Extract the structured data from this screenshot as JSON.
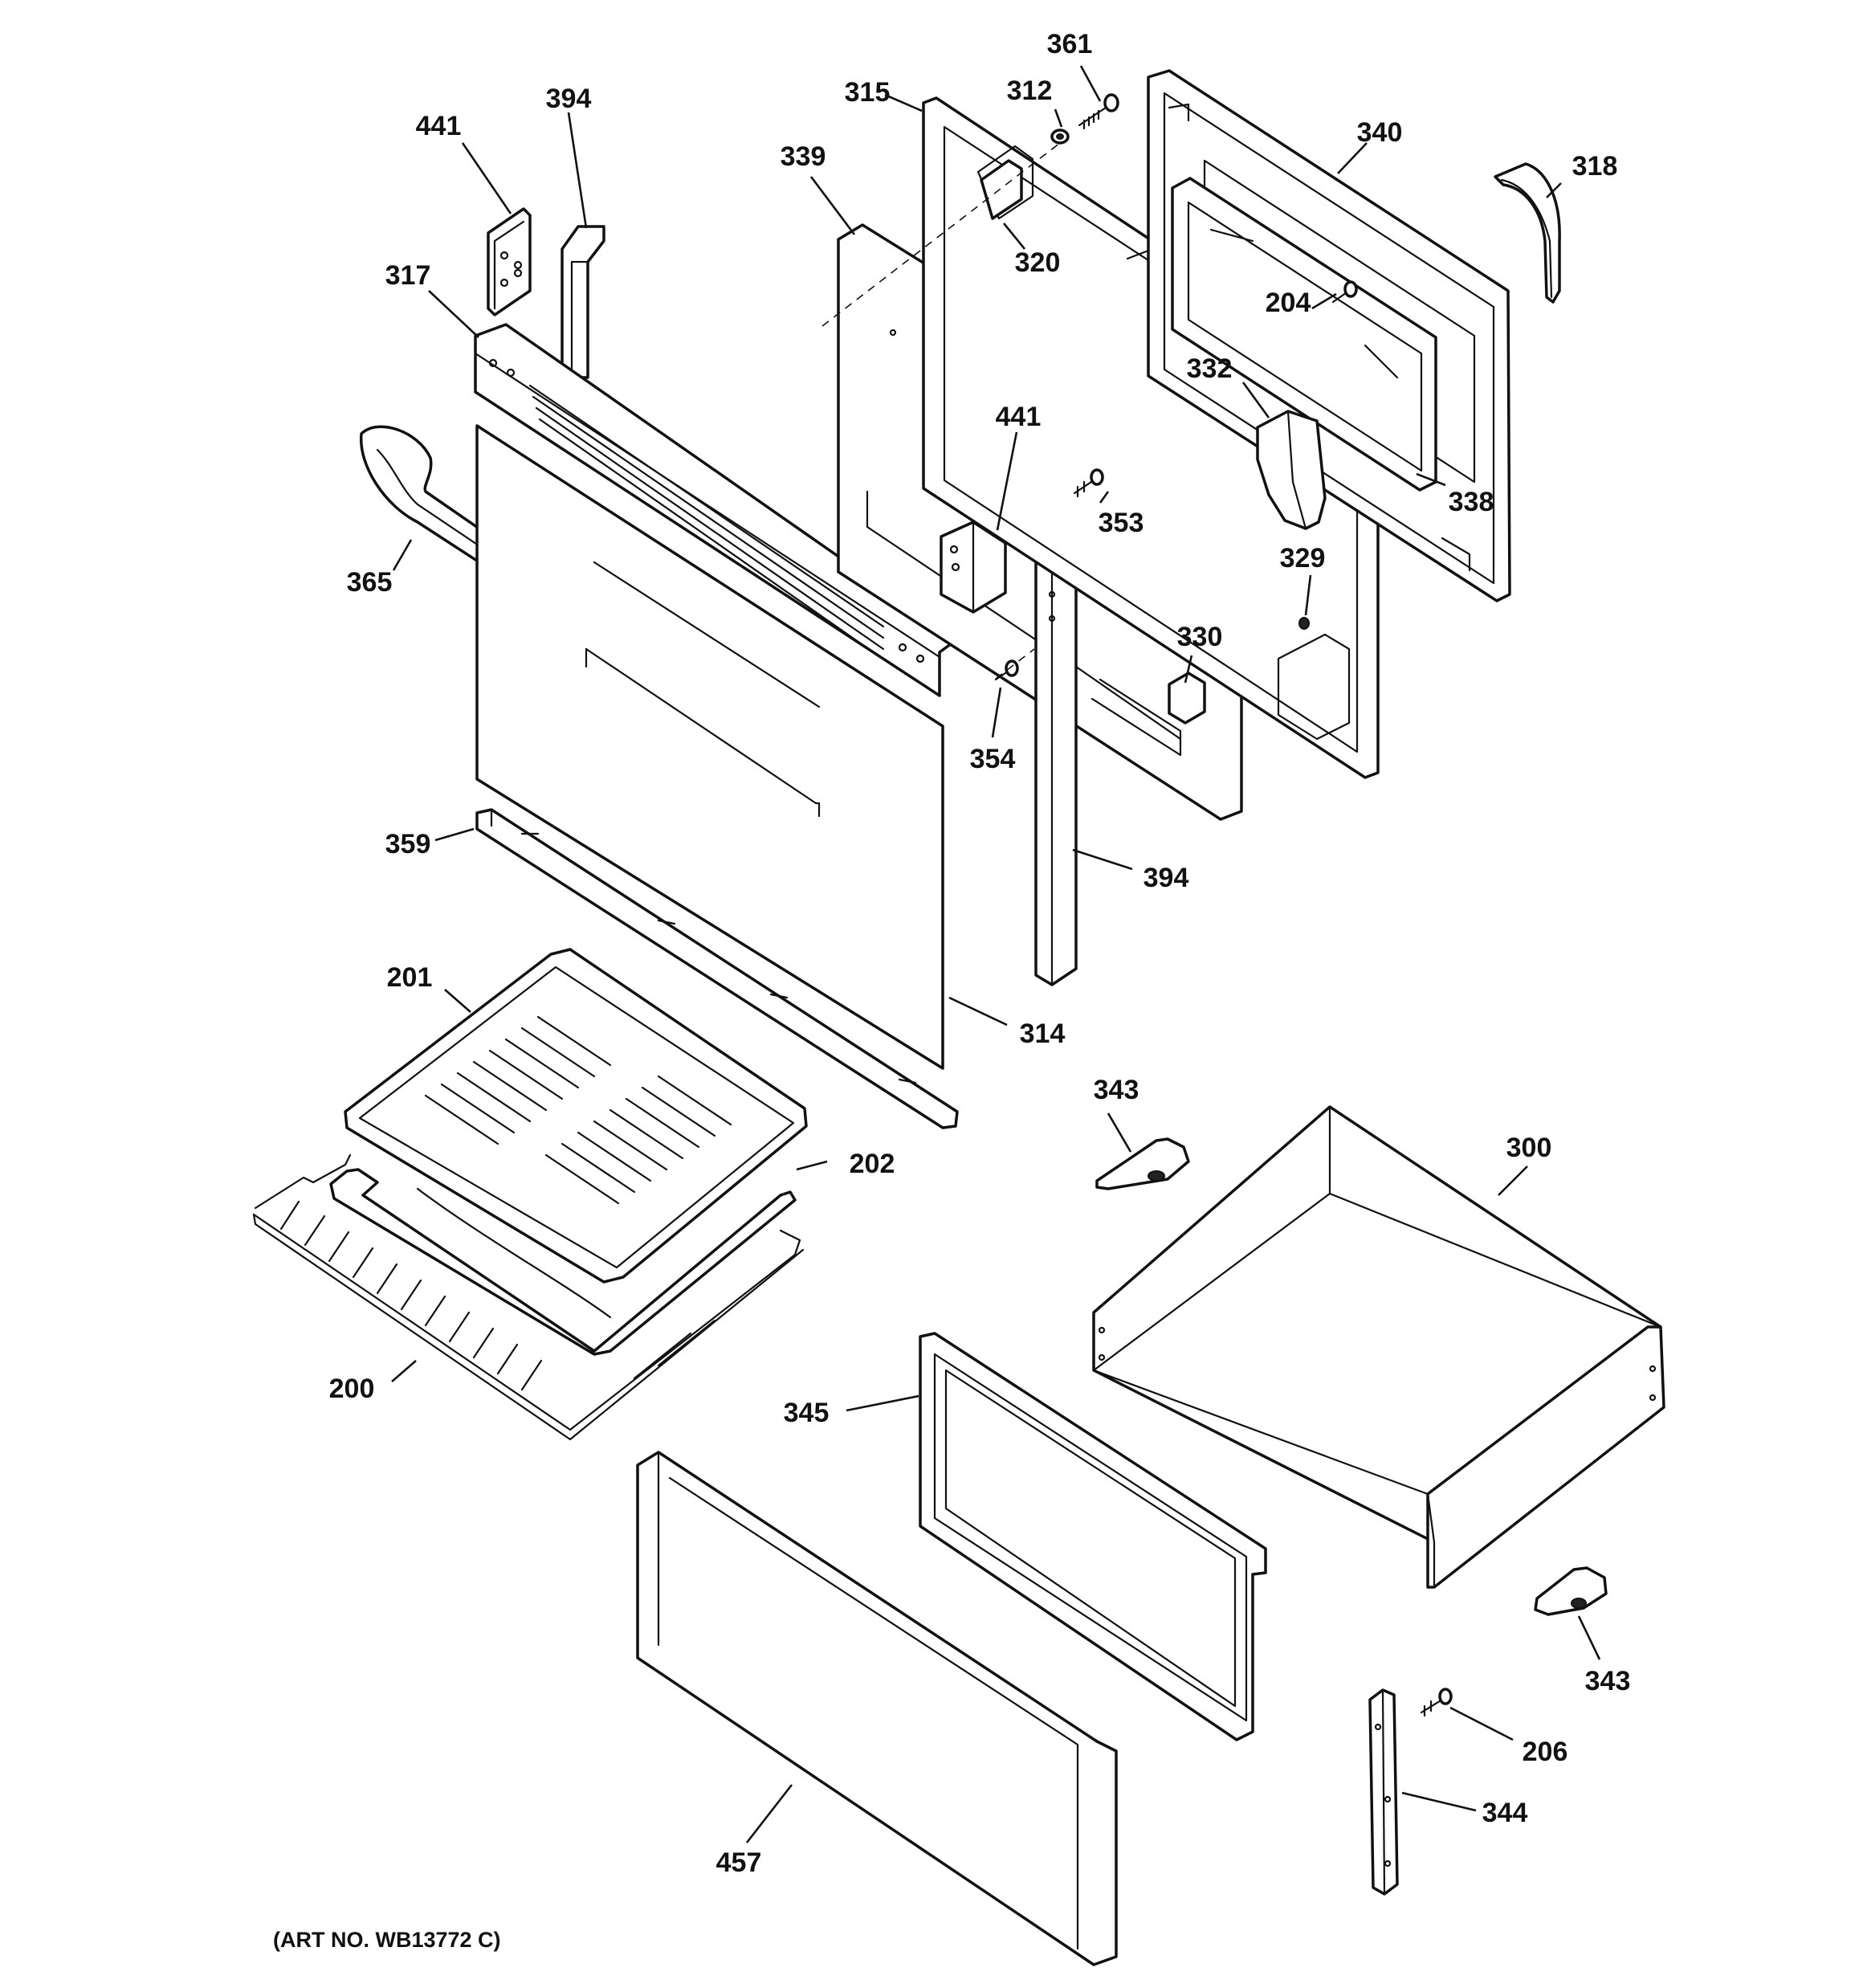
{
  "diagram": {
    "art_number": "(ART NO. WB13772 C)",
    "callouts": {
      "c441a": "441",
      "c394a": "394",
      "c317": "317",
      "c365": "365",
      "c359": "359",
      "c339": "339",
      "c315": "315",
      "c312": "312",
      "c361": "361",
      "c320": "320",
      "c340": "340",
      "c318": "318",
      "c204": "204",
      "c332": "332",
      "c338": "338",
      "c441b": "441",
      "c353": "353",
      "c329": "329",
      "c330": "330",
      "c354": "354",
      "c394b": "394",
      "c314": "314",
      "c201": "201",
      "c202": "202",
      "c200": "200",
      "c343a": "343",
      "c300": "300",
      "c345": "345",
      "c343b": "343",
      "c206": "206",
      "c344": "344",
      "c457": "457"
    }
  }
}
